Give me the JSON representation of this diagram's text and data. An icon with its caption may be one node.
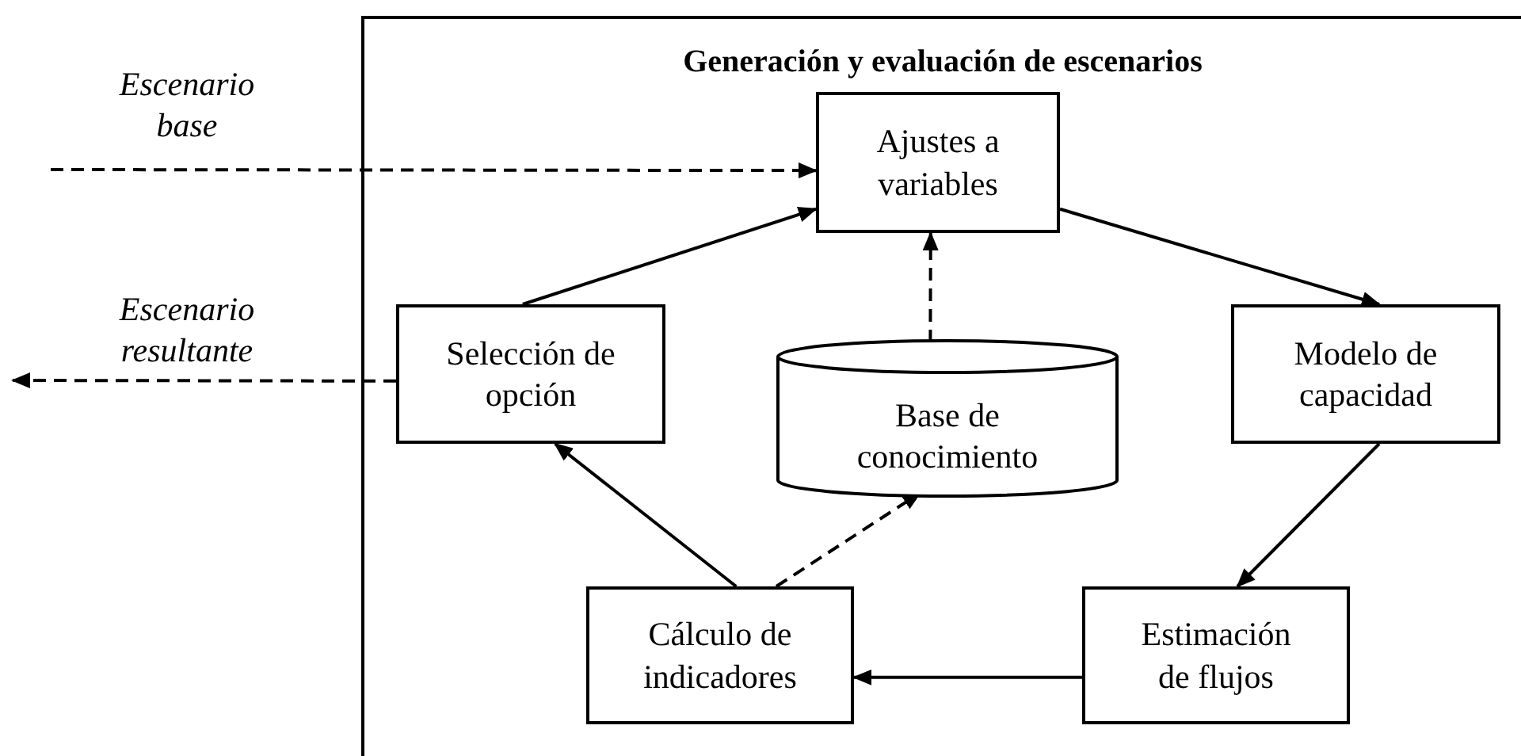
{
  "diagram": {
    "nodes": [
      {
        "text": [
          "Generación y evaluación de escenarios"
        ]
      },
      {
        "text": [
          "Ajustes a variables"
        ],
        "in": 0
      },
      {
        "text": [
          "Selección de opción"
        ],
        "in": 0
      },
      {
        "text": [
          "Base de conocimiento"
        ],
        "in": 0
      },
      {
        "text": [
          "Modelo de capacidad"
        ],
        "in": 0
      },
      {
        "text": [
          "Cálculo de indicadores"
        ],
        "in": 0
      },
      {
        "text": [
          "Estimación de flujos"
        ],
        "in": 0
      }
    ],
    "edges": [
      {
        "from": null,
        "to": 1,
        "arrow": "to",
        "style": "dashed",
        "label": "Escenario base"
      },
      {
        "from": 2,
        "to": 1,
        "arrow": "to"
      },
      {
        "from": 1,
        "to": 4,
        "arrow": "to"
      },
      {
        "from": 4,
        "to": 6,
        "arrow": "to"
      },
      {
        "from": 6,
        "to": 5,
        "arrow": "to"
      },
      {
        "from": 5,
        "to": 2,
        "arrow": "to"
      },
      {
        "from": 5,
        "to": 3,
        "arrow": "to",
        "style": "dashed"
      },
      {
        "from": 3,
        "to": 1,
        "arrow": "to",
        "style": "dashed"
      },
      {
        "from": 2,
        "to": null,
        "arrow": "to",
        "style": "dashed",
        "label": "Escenario resultante"
      }
    ]
  }
}
